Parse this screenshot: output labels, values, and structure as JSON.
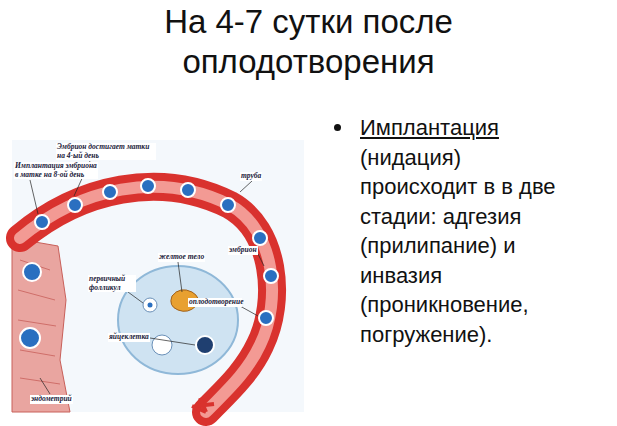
{
  "diagram": {
    "title": "На 4-7 сутки после оплодотворения",
    "labels": [
      "Имплантация",
      "(нидация) происходит в в две стадии: адгезия (прилипание) и инвазия (проникновение, погружение).",
      "Эмбрион достигает матки на 4-ый день",
      "Имплантация эмбриона в матке на 8-ой день",
      "труба",
      "желтое тело",
      "эмбрион",
      "первичный фолликул",
      "оплодотворение",
      "яйцеклетка",
      "эндометрий"
    ]
  }
}
